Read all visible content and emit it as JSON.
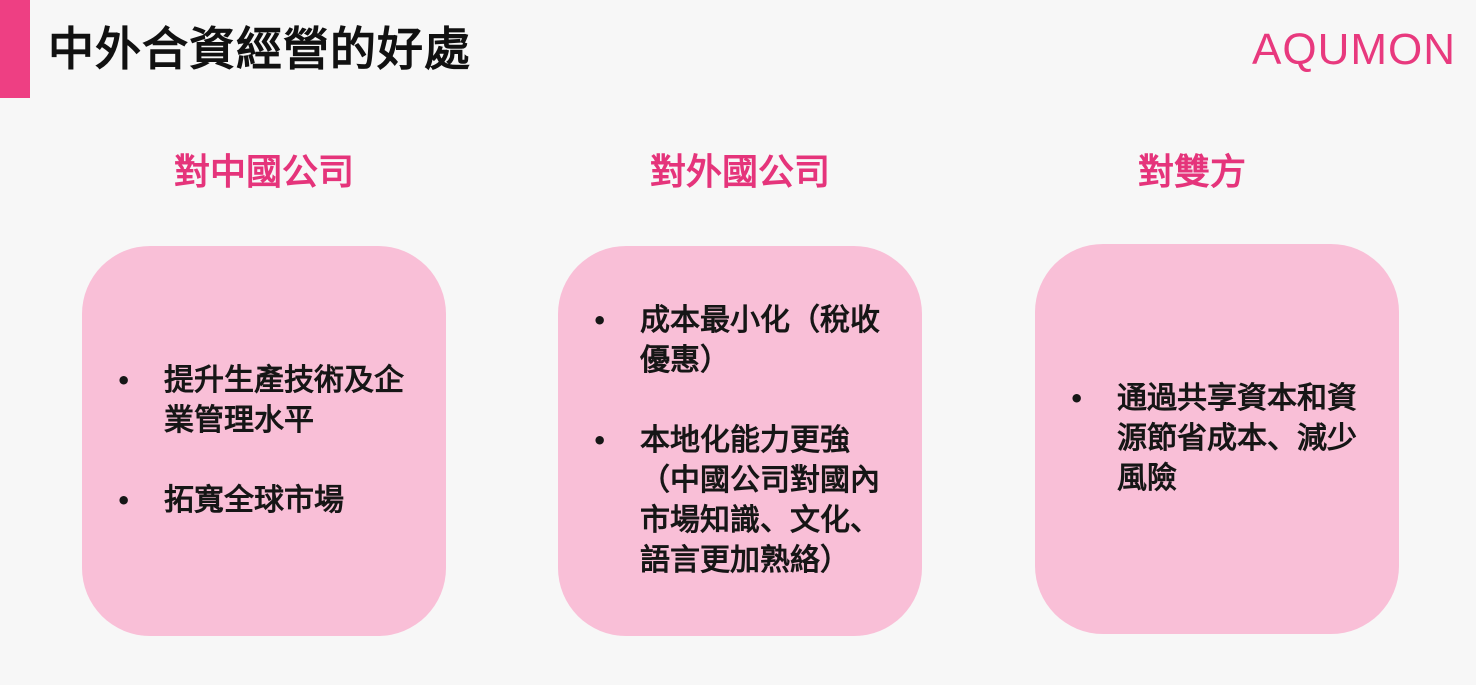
{
  "header": {
    "title": "中外合資經營的好處",
    "brand": "AQUMON",
    "accent_color": "#ee3f83"
  },
  "columns": [
    {
      "heading": "對中國公司",
      "bullets": [
        "提升生產技術及企業管理水平",
        "拓寬全球市場"
      ]
    },
    {
      "heading": "對外國公司",
      "bullets": [
        "成本最小化（稅收優惠）",
        "本地化能力更強（中國公司對國內市場知識、文化、語言更加熟絡）"
      ]
    },
    {
      "heading": "對雙方",
      "bullets": [
        "通過共享資本和資源節省成本、減少風險"
      ]
    }
  ],
  "bullet_symbol": "•",
  "colors": {
    "heading": "#e5347b",
    "card": "#f9bfd7",
    "background": "#f7f7f7"
  }
}
